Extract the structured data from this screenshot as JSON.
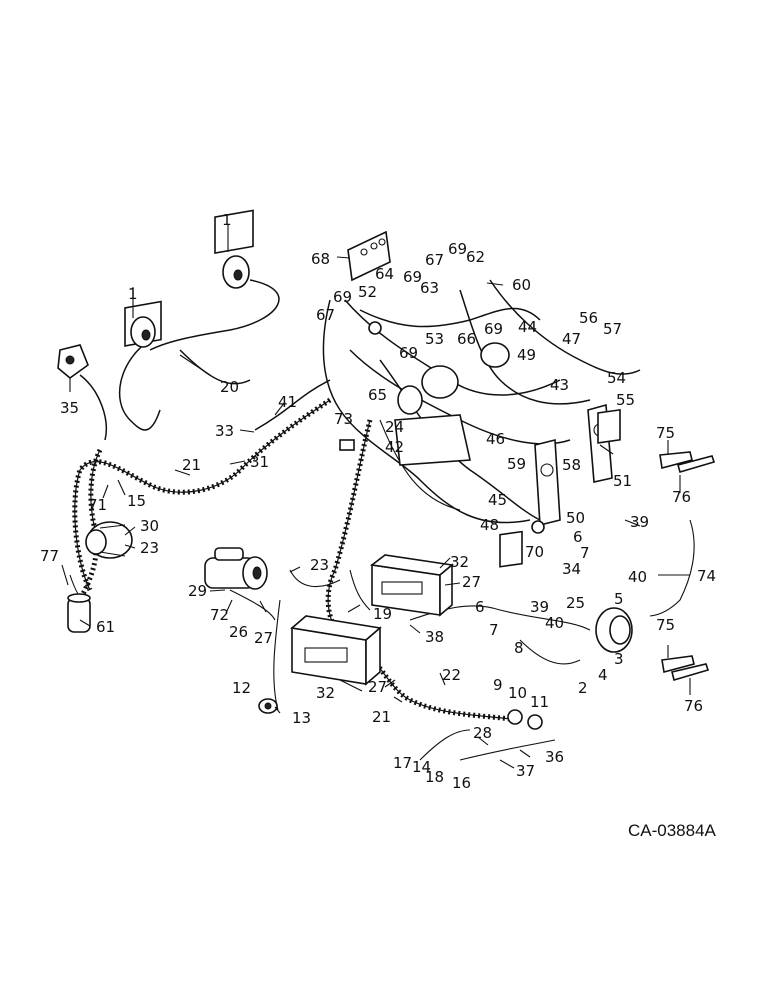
{
  "diagram": {
    "code": "CA-03884A",
    "callouts": [
      {
        "id": "c1a",
        "text": "1"
      },
      {
        "id": "c1b",
        "text": "1"
      },
      {
        "id": "c2",
        "text": "2"
      },
      {
        "id": "c3",
        "text": "3"
      },
      {
        "id": "c4",
        "text": "4"
      },
      {
        "id": "c5",
        "text": "5"
      },
      {
        "id": "c6a",
        "text": "6"
      },
      {
        "id": "c6b",
        "text": "6"
      },
      {
        "id": "c7a",
        "text": "7"
      },
      {
        "id": "c7b",
        "text": "7"
      },
      {
        "id": "c8",
        "text": "8"
      },
      {
        "id": "c9",
        "text": "9"
      },
      {
        "id": "c10",
        "text": "10"
      },
      {
        "id": "c11",
        "text": "11"
      },
      {
        "id": "c12",
        "text": "12"
      },
      {
        "id": "c13",
        "text": "13"
      },
      {
        "id": "c14",
        "text": "14"
      },
      {
        "id": "c15",
        "text": "15"
      },
      {
        "id": "c16",
        "text": "16"
      },
      {
        "id": "c17",
        "text": "17"
      },
      {
        "id": "c18",
        "text": "18"
      },
      {
        "id": "c19",
        "text": "19"
      },
      {
        "id": "c20",
        "text": "20"
      },
      {
        "id": "c21a",
        "text": "21"
      },
      {
        "id": "c21b",
        "text": "21"
      },
      {
        "id": "c22",
        "text": "22"
      },
      {
        "id": "c23a",
        "text": "23"
      },
      {
        "id": "c23b",
        "text": "23"
      },
      {
        "id": "c24",
        "text": "24"
      },
      {
        "id": "c25",
        "text": "25"
      },
      {
        "id": "c26",
        "text": "26"
      },
      {
        "id": "c27a",
        "text": "27"
      },
      {
        "id": "c27b",
        "text": "27"
      },
      {
        "id": "c27c",
        "text": "27"
      },
      {
        "id": "c28",
        "text": "28"
      },
      {
        "id": "c29",
        "text": "29"
      },
      {
        "id": "c30",
        "text": "30"
      },
      {
        "id": "c31",
        "text": "31"
      },
      {
        "id": "c32a",
        "text": "32"
      },
      {
        "id": "c32b",
        "text": "32"
      },
      {
        "id": "c33",
        "text": "33"
      },
      {
        "id": "c34",
        "text": "34"
      },
      {
        "id": "c35",
        "text": "35"
      },
      {
        "id": "c36",
        "text": "36"
      },
      {
        "id": "c37",
        "text": "37"
      },
      {
        "id": "c38",
        "text": "38"
      },
      {
        "id": "c39a",
        "text": "39"
      },
      {
        "id": "c39b",
        "text": "39"
      },
      {
        "id": "c40a",
        "text": "40"
      },
      {
        "id": "c40b",
        "text": "40"
      },
      {
        "id": "c41",
        "text": "41"
      },
      {
        "id": "c42",
        "text": "42"
      },
      {
        "id": "c43",
        "text": "43"
      },
      {
        "id": "c44",
        "text": "44"
      },
      {
        "id": "c45",
        "text": "45"
      },
      {
        "id": "c46",
        "text": "46"
      },
      {
        "id": "c47",
        "text": "47"
      },
      {
        "id": "c48",
        "text": "48"
      },
      {
        "id": "c49",
        "text": "49"
      },
      {
        "id": "c50",
        "text": "50"
      },
      {
        "id": "c51",
        "text": "51"
      },
      {
        "id": "c52",
        "text": "52"
      },
      {
        "id": "c53",
        "text": "53"
      },
      {
        "id": "c54",
        "text": "54"
      },
      {
        "id": "c55",
        "text": "55"
      },
      {
        "id": "c56",
        "text": "56"
      },
      {
        "id": "c57",
        "text": "57"
      },
      {
        "id": "c58",
        "text": "58"
      },
      {
        "id": "c59",
        "text": "59"
      },
      {
        "id": "c60",
        "text": "60"
      },
      {
        "id": "c61",
        "text": "61"
      },
      {
        "id": "c62",
        "text": "62"
      },
      {
        "id": "c63",
        "text": "63"
      },
      {
        "id": "c64",
        "text": "64"
      },
      {
        "id": "c65",
        "text": "65"
      },
      {
        "id": "c66",
        "text": "66"
      },
      {
        "id": "c67a",
        "text": "67"
      },
      {
        "id": "c67b",
        "text": "67"
      },
      {
        "id": "c68",
        "text": "68"
      },
      {
        "id": "c69a",
        "text": "69"
      },
      {
        "id": "c69b",
        "text": "69"
      },
      {
        "id": "c69c",
        "text": "69"
      },
      {
        "id": "c69d",
        "text": "69"
      },
      {
        "id": "c69e",
        "text": "69"
      },
      {
        "id": "c70",
        "text": "70"
      },
      {
        "id": "c71",
        "text": "71"
      },
      {
        "id": "c72",
        "text": "72"
      },
      {
        "id": "c73",
        "text": "73"
      },
      {
        "id": "c74",
        "text": "74"
      },
      {
        "id": "c75a",
        "text": "75"
      },
      {
        "id": "c75b",
        "text": "75"
      },
      {
        "id": "c76a",
        "text": "76"
      },
      {
        "id": "c76b",
        "text": "76"
      },
      {
        "id": "c77",
        "text": "77"
      }
    ]
  }
}
